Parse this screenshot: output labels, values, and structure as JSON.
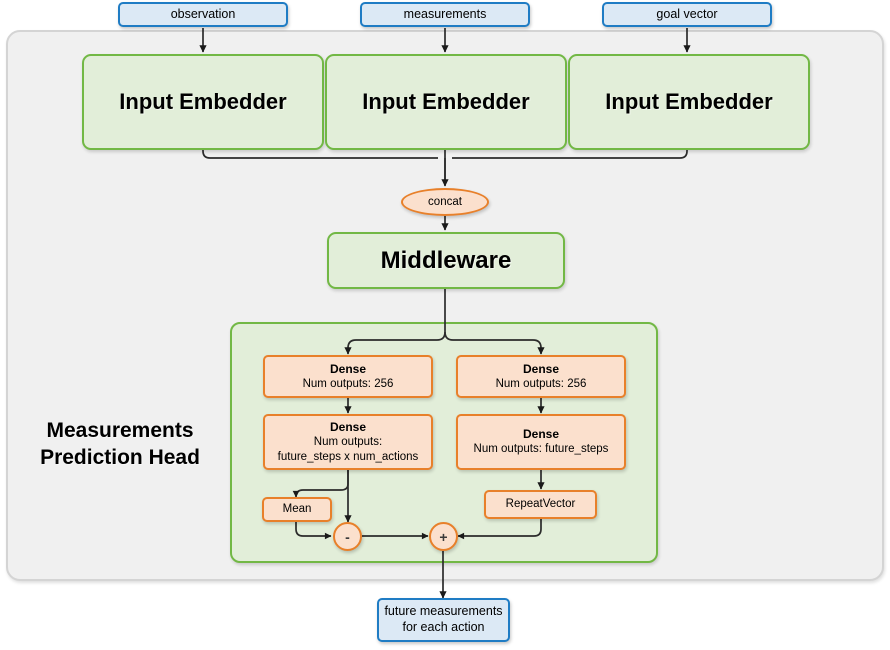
{
  "diagram": {
    "title": "Measurements Prediction Head",
    "colors": {
      "frame_bg": "#f0f0f0",
      "frame_border": "#d4d4d4",
      "io_fill": "#dce9f5",
      "io_border": "#1f7cc4",
      "green_fill": "#e2eed9",
      "green_border": "#72b845",
      "orange_fill": "#fbe0cd",
      "orange_border": "#e8802a",
      "edge": "#2b2b2b"
    }
  },
  "inputs": [
    {
      "label": "observation"
    },
    {
      "label": "measurements"
    },
    {
      "label": "goal vector"
    }
  ],
  "embedders": [
    {
      "label": "Input Embedder"
    },
    {
      "label": "Input Embedder"
    },
    {
      "label": "Input Embedder"
    }
  ],
  "concat": {
    "label": "concat"
  },
  "middleware": {
    "label": "Middleware"
  },
  "head": {
    "title_line1": "Measurements",
    "title_line2": "Prediction Head",
    "left_branch": {
      "dense1": {
        "title": "Dense",
        "line1": "Num outputs: 256"
      },
      "dense2": {
        "title": "Dense",
        "line1": "Num outputs:",
        "line2": "future_steps x num_actions"
      },
      "mean": {
        "label": "Mean"
      },
      "op": {
        "label": "-"
      }
    },
    "right_branch": {
      "dense1": {
        "title": "Dense",
        "line1": "Num outputs: 256"
      },
      "dense2": {
        "title": "Dense",
        "line1": "Num outputs: future_steps"
      },
      "repeat_vector": {
        "label": "RepeatVector"
      },
      "op": {
        "label": "+"
      }
    }
  },
  "output": {
    "line1": "future measurements",
    "line2": "for each action"
  }
}
